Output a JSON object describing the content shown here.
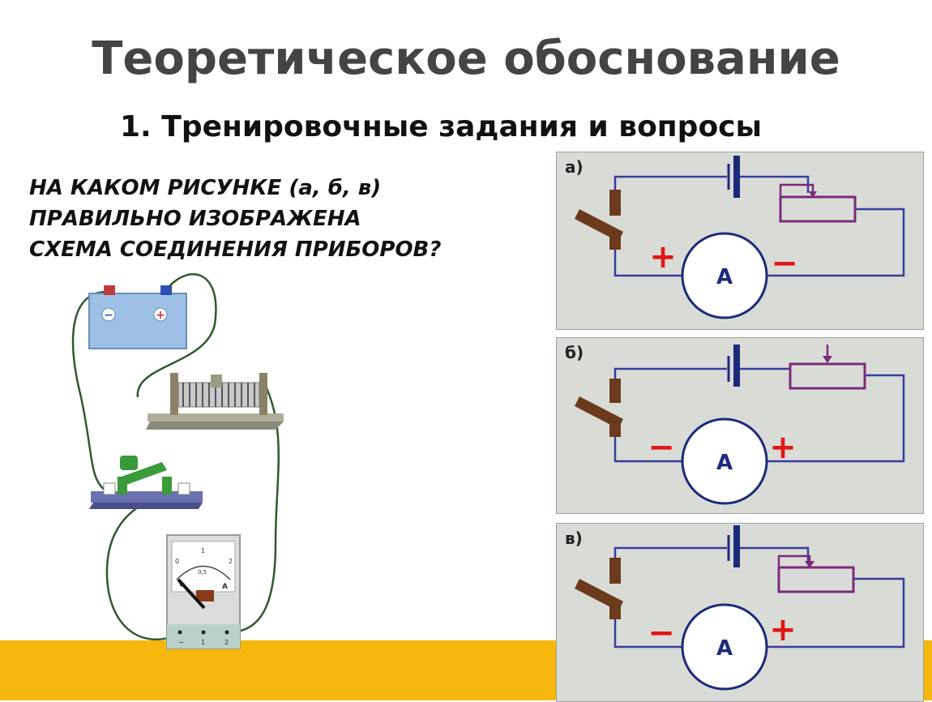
{
  "slide": {
    "title": "Теоретическое обоснование",
    "subtitle": "1. Тренировочные задания и вопросы",
    "question_lines": [
      "НА КАКОМ РИСУНКЕ (а, б, в)",
      "ПРАВИЛЬНО ИЗОБРАЖЕНА",
      "СХЕМА СОЕДИНЕНИЯ ПРИБОРОВ?"
    ]
  },
  "panels": [
    {
      "label": "а)",
      "ammeter": "A",
      "left_sign": "+",
      "right_sign": "−"
    },
    {
      "label": "б)",
      "ammeter": "A",
      "left_sign": "−",
      "right_sign": "+"
    },
    {
      "label": "в)",
      "ammeter": "A",
      "left_sign": "−",
      "right_sign": "+"
    }
  ],
  "illustration": {
    "battery_minus": "−",
    "battery_plus": "+",
    "meter_letter": "A",
    "meter_scale": [
      "0",
      "1",
      "2"
    ],
    "meter_mid": "0,5",
    "meter_terminals": [
      "−",
      "1",
      "2"
    ]
  },
  "colors": {
    "wire": "#3b3b9e",
    "rheostat": "#7a2b7a",
    "sign_red": "#e01818",
    "switch_brown": "#6b3a1c",
    "panel_bg": "#d9dcd6",
    "band": "#f6b80c",
    "pic_wire": "#2f5a2f"
  }
}
